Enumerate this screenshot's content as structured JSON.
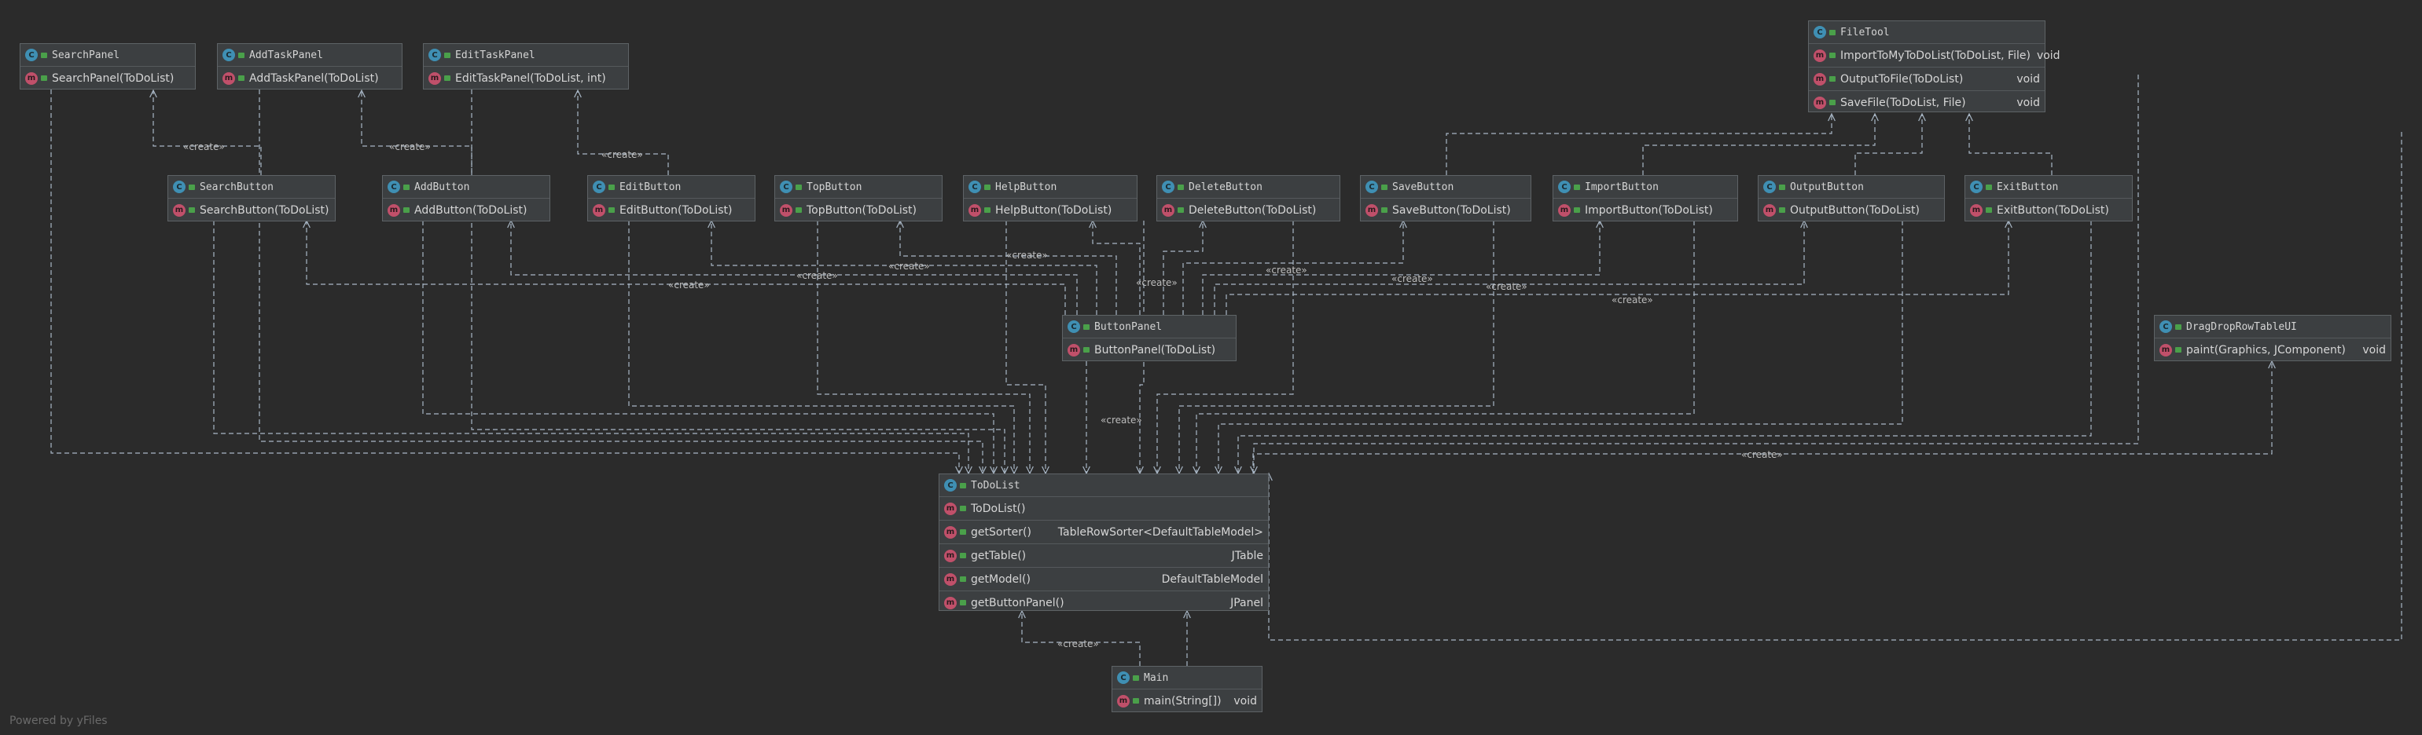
{
  "nodes": [
    {
      "id": "SearchPanel",
      "name": "SearchPanel",
      "members": [
        {
          "sig": "SearchPanel(ToDoList)",
          "ret": ""
        }
      ]
    },
    {
      "id": "AddTaskPanel",
      "name": "AddTaskPanel",
      "members": [
        {
          "sig": "AddTaskPanel(ToDoList)",
          "ret": ""
        }
      ]
    },
    {
      "id": "EditTaskPanel",
      "name": "EditTaskPanel",
      "members": [
        {
          "sig": "EditTaskPanel(ToDoList, int)",
          "ret": ""
        }
      ]
    },
    {
      "id": "FileTool",
      "name": "FileTool",
      "members": [
        {
          "sig": "ImportToMyToDoList(ToDoList, File)",
          "ret": "void"
        },
        {
          "sig": "OutputToFile(ToDoList)",
          "ret": "void"
        },
        {
          "sig": "SaveFile(ToDoList, File)",
          "ret": "void"
        }
      ]
    },
    {
      "id": "SearchButton",
      "name": "SearchButton",
      "members": [
        {
          "sig": "SearchButton(ToDoList)",
          "ret": ""
        }
      ]
    },
    {
      "id": "AddButton",
      "name": "AddButton",
      "members": [
        {
          "sig": "AddButton(ToDoList)",
          "ret": ""
        }
      ]
    },
    {
      "id": "EditButton",
      "name": "EditButton",
      "members": [
        {
          "sig": "EditButton(ToDoList)",
          "ret": ""
        }
      ]
    },
    {
      "id": "TopButton",
      "name": "TopButton",
      "members": [
        {
          "sig": "TopButton(ToDoList)",
          "ret": ""
        }
      ]
    },
    {
      "id": "HelpButton",
      "name": "HelpButton",
      "members": [
        {
          "sig": "HelpButton(ToDoList)",
          "ret": ""
        }
      ]
    },
    {
      "id": "DeleteButton",
      "name": "DeleteButton",
      "members": [
        {
          "sig": "DeleteButton(ToDoList)",
          "ret": ""
        }
      ]
    },
    {
      "id": "SaveButton",
      "name": "SaveButton",
      "members": [
        {
          "sig": "SaveButton(ToDoList)",
          "ret": ""
        }
      ]
    },
    {
      "id": "ImportButton",
      "name": "ImportButton",
      "members": [
        {
          "sig": "ImportButton(ToDoList)",
          "ret": ""
        }
      ]
    },
    {
      "id": "OutputButton",
      "name": "OutputButton",
      "members": [
        {
          "sig": "OutputButton(ToDoList)",
          "ret": ""
        }
      ]
    },
    {
      "id": "ExitButton",
      "name": "ExitButton",
      "members": [
        {
          "sig": "ExitButton(ToDoList)",
          "ret": ""
        }
      ]
    },
    {
      "id": "ButtonPanel",
      "name": "ButtonPanel",
      "members": [
        {
          "sig": "ButtonPanel(ToDoList)",
          "ret": ""
        }
      ]
    },
    {
      "id": "DragDropRowTableUI",
      "name": "DragDropRowTableUI",
      "members": [
        {
          "sig": "paint(Graphics, JComponent)",
          "ret": "void"
        }
      ]
    },
    {
      "id": "ToDoList",
      "name": "ToDoList",
      "members": [
        {
          "sig": "ToDoList()",
          "ret": ""
        },
        {
          "sig": "getSorter()",
          "ret": "TableRowSorter<DefaultTableModel>"
        },
        {
          "sig": "getTable()",
          "ret": "JTable"
        },
        {
          "sig": "getModel()",
          "ret": "DefaultTableModel"
        },
        {
          "sig": "getButtonPanel()",
          "ret": "JPanel"
        }
      ]
    },
    {
      "id": "Main",
      "name": "Main",
      "members": [
        {
          "sig": "main(String[])",
          "ret": "void"
        }
      ]
    }
  ],
  "edge_label": "«create»",
  "footer": "Powered by yFiles",
  "colors": {
    "background": "#2b2b2b",
    "node": "#3c3f41",
    "border": "#5e6366",
    "edge": "#a9b7c6",
    "class_icon": "#3f8fb3",
    "method_icon": "#c0506a"
  }
}
